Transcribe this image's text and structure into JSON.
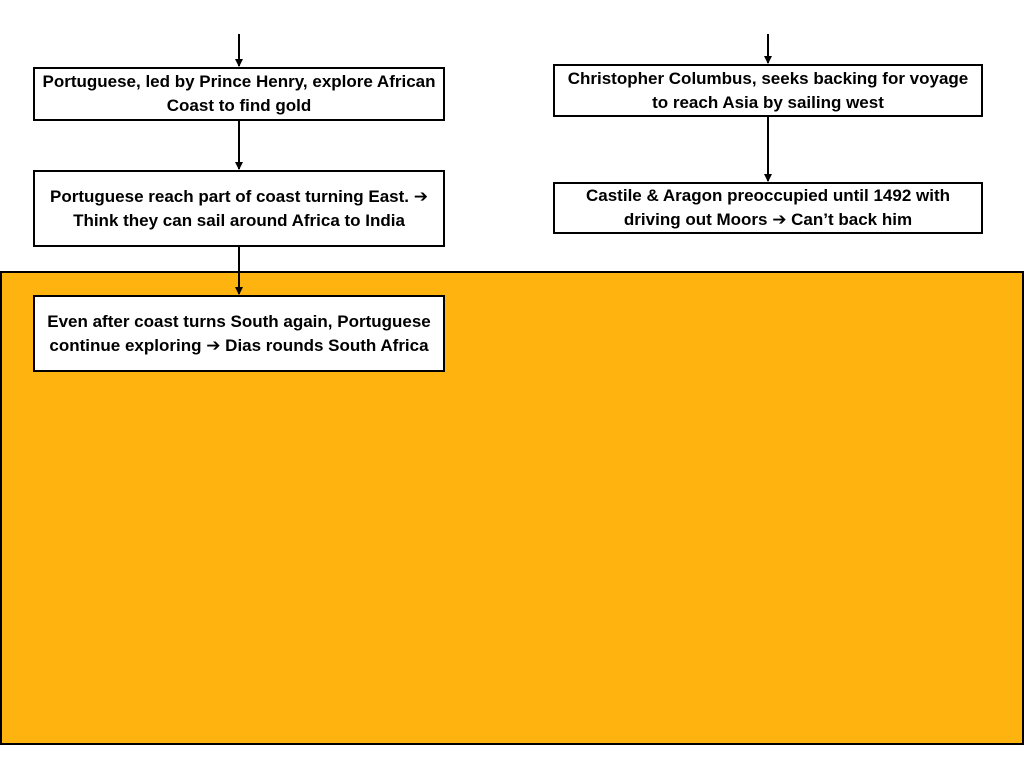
{
  "colors": {
    "panel": "#ffb30f",
    "box_fill": "#ffffff",
    "stroke": "#000000"
  },
  "left_column": {
    "box1": "Portuguese, led by Prince Henry, explore African Coast to find gold",
    "box2": "Portuguese reach part of coast turning East. ➔ Think they can sail around Africa to India",
    "box3": "Even after coast turns South again, Portuguese continue exploring ➔ Dias rounds South Africa"
  },
  "right_column": {
    "box1": "Christopher Columbus, seeks backing for voyage to reach Asia by sailing west",
    "box2": "Castile & Aragon preoccupied until 1492 with driving out Moors ➔ Can’t  back him"
  }
}
